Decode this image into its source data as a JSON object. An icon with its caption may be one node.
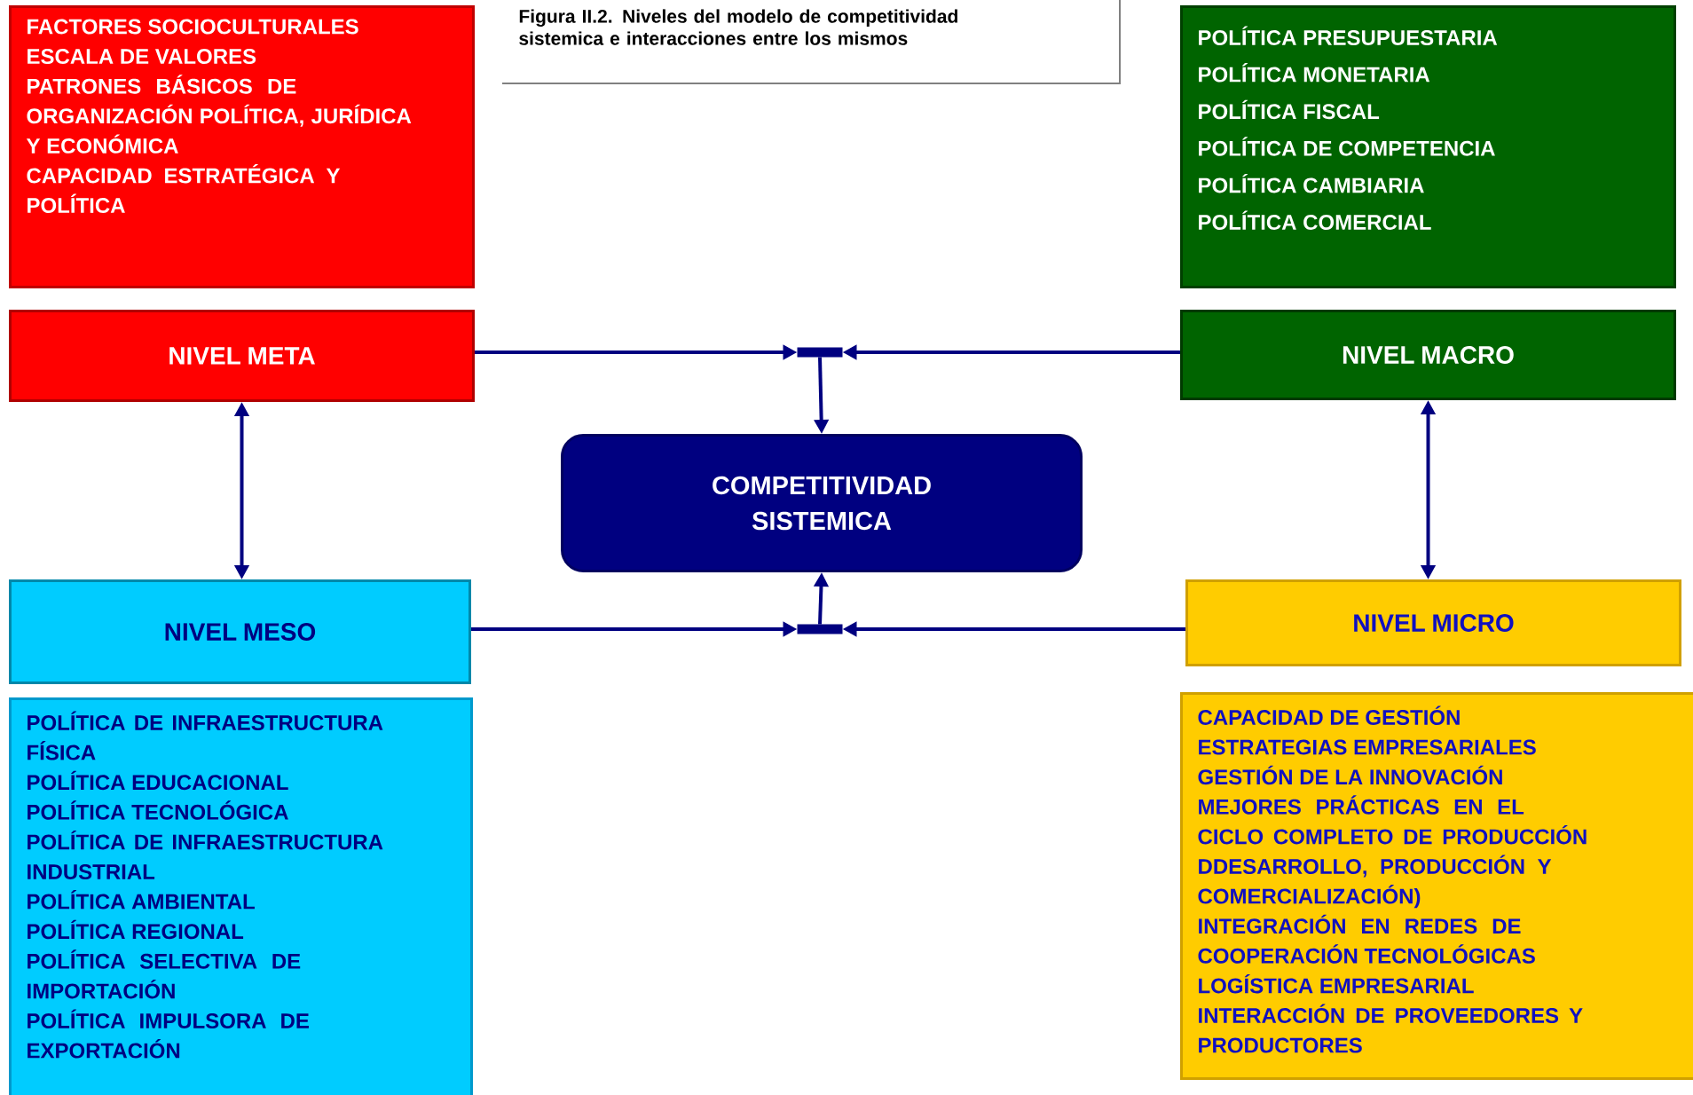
{
  "diagram": {
    "title": "Figura II.2. Niveles del modelo de competitividad sistemica e interacciones entre los mismos",
    "nodes": [
      {
        "text": [
          "FACTORES SOCIOCULTURALES",
          "ESCALA DE VALORES",
          "PATRONES BÁSICOS DE ORGANIZACIÓN POLÍTICA, JURÍDICA Y ECONÓMICA",
          "CAPACIDAD ESTRATÉGICA Y POLÍTICA"
        ]
      },
      {
        "text": [
          "POLÍTICA PRESUPUESTARIA",
          "POLÍTICA MONETARIA",
          "POLÍTICA FISCAL",
          "POLÍTICA DE COMPETENCIA",
          "POLÍTICA CAMBIARIA",
          "POLÍTICA COMERCIAL"
        ]
      },
      {
        "text": [
          "NIVEL META"
        ]
      },
      {
        "text": [
          "NIVEL MACRO"
        ]
      },
      {
        "text": [],
        "shape": "bar"
      },
      {
        "text": [
          "COMPETITIVIDAD SISTEMICA"
        ]
      },
      {
        "text": [
          "NIVEL MESO"
        ]
      },
      {
        "text": [],
        "shape": "bar"
      },
      {
        "text": [
          "NIVEL MICRO"
        ]
      },
      {
        "text": [
          "POLÍTICA DE INFRAESTRUCTURA FÍSICA",
          "POLÍTICA EDUCACIONAL",
          "POLÍTICA TECNOLÓGICA",
          "POLÍTICA DE INFRAESTRUCTURA INDUSTRIAL",
          "POLÍTICA AMBIENTAL",
          "POLÍTICA REGIONAL",
          "POLÍTICA SELECTIVA DE IMPORTACIÓN",
          "POLÍTICA IMPULSORA DE EXPORTACIÓN"
        ]
      },
      {
        "text": [
          "CAPACIDAD DE GESTIÓN",
          "ESTRATEGIAS EMPRESARIALES",
          "GESTIÓN DE LA INNOVACIÓN",
          "MEJORES PRÁCTICAS EN EL CICLO COMPLETO DE PRODUCCIÓN DDESARROLLO, PRODUCCIÓN Y COMERCIALIZACIÓN)",
          "INTEGRACIÓN EN REDES DE COOPERACIÓN TECNOLÓGICAS",
          "LOGÍSTICA EMPRESARIAL",
          "INTERACCIÓN DE PROVEEDORES Y PRODUCTORES"
        ]
      }
    ],
    "edges": [
      {
        "from": 2,
        "to": 4,
        "arrow": "to"
      },
      {
        "from": 3,
        "to": 4,
        "arrow": "to"
      },
      {
        "from": 4,
        "to": 5,
        "arrow": "to"
      },
      {
        "from": 2,
        "to": 6,
        "arrow": "both"
      },
      {
        "from": 3,
        "to": 8,
        "arrow": "both"
      },
      {
        "from": 6,
        "to": 7,
        "arrow": "to"
      },
      {
        "from": 8,
        "to": 7,
        "arrow": "to"
      },
      {
        "from": 7,
        "to": 5,
        "arrow": "to"
      }
    ]
  }
}
